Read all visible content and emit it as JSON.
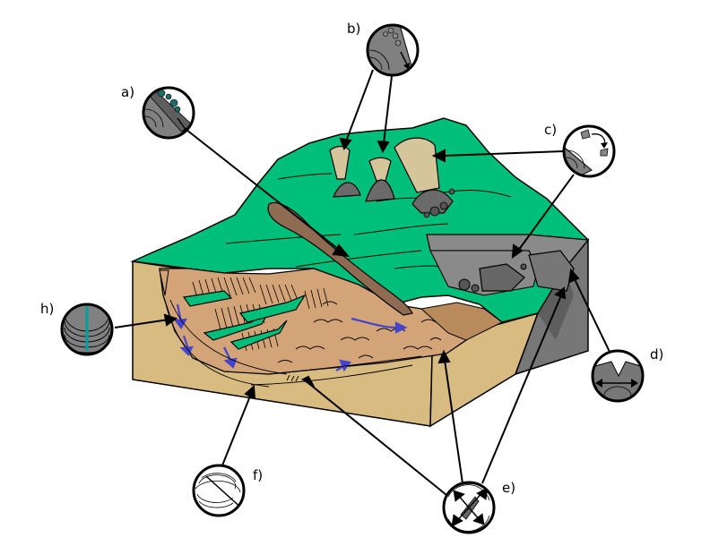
{
  "labels": {
    "a": "a)",
    "b": "b)",
    "c": "c)",
    "d": "d)",
    "e": "e)",
    "f": "f)",
    "h": "h)"
  },
  "colors": {
    "grass": "#00bf7a",
    "soil": "#d8bb80",
    "slump": "#d2a478",
    "earthflow": "#8f6b52",
    "rock": "#808080",
    "rock_dark": "#555555",
    "rockfall_cone": "#d5c59a",
    "water": "#4444cc",
    "outline": "#000000"
  },
  "icons": {
    "a": "slide-icon",
    "b": "fall-icon",
    "c": "topple-icon",
    "d": "spread-icon",
    "e": "flow-icon",
    "f": "creep-icon",
    "h": "slump-icon"
  }
}
